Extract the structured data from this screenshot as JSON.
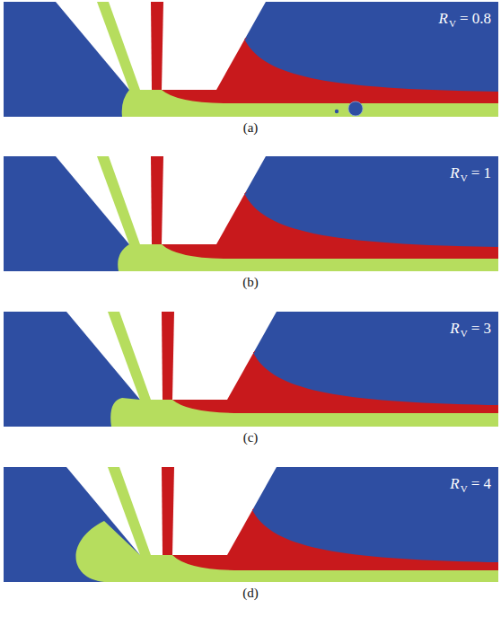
{
  "diagram": {
    "labels": [
      "R",
      "V",
      "= 0.8",
      "(a)",
      "R",
      "V",
      "= 1",
      "(b)",
      "R",
      "V",
      "= 3",
      "(c)",
      "R",
      "V",
      "= 4",
      "(d)"
    ]
  }
}
